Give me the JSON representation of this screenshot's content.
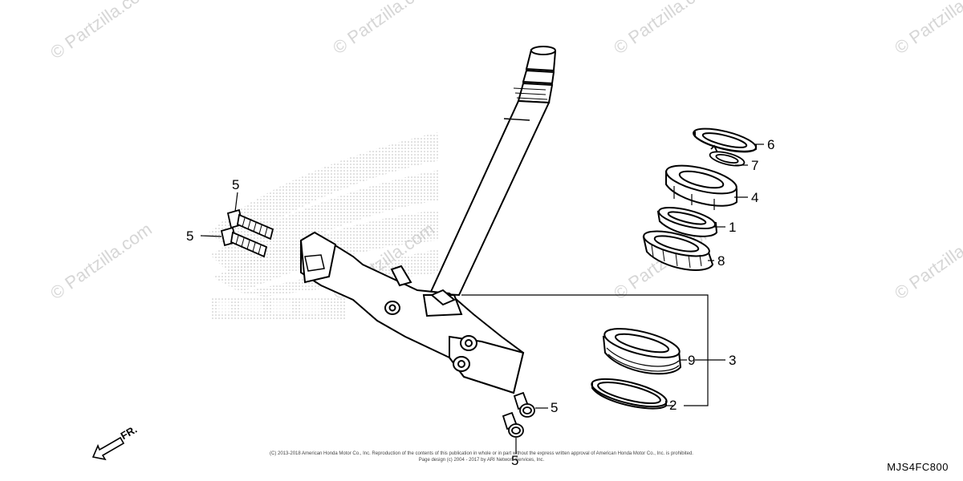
{
  "watermark_text": "© Partzilla.com",
  "callouts": {
    "c1": "1",
    "c2": "2",
    "c3": "3",
    "c4": "4",
    "c5": "5",
    "c6": "6",
    "c7": "7",
    "c8": "8",
    "c9": "9"
  },
  "direction_label": "FR.",
  "diagram_code": "MJS4FC800",
  "copyright_line1": "(C) 2013-2018 American Honda Motor Co., Inc. Reproduction of the contents of this publication in whole or in part without the express written approval of American Honda Motor Co., Inc. is prohibited.",
  "copyright_line2": "Page design (c) 2004 - 2017 by ARI Network Services, Inc."
}
